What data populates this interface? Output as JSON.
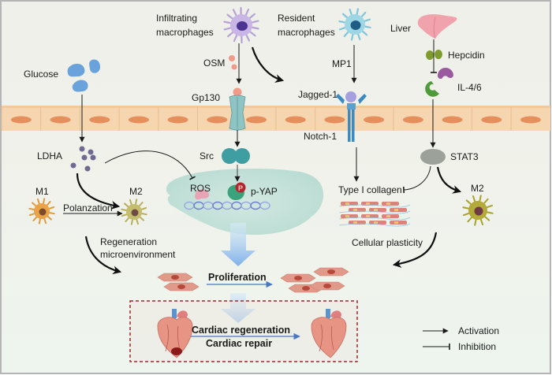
{
  "title": "Macrophage-mediated signaling in cardiac regeneration",
  "colors": {
    "background_top": "#f0f0ea",
    "background_bottom": "#eef5ee",
    "membrane": "#f6d6b0",
    "membrane_nucleus": "#e58f5c",
    "nucleus_region": "#bfe0d8",
    "box_border": "#a0262b",
    "progression_arrow": "#8fb8ec",
    "activation_arrow": "#1a1a1a"
  },
  "labels": {
    "infiltrating_macrophages": [
      "Infiltrating",
      "macrophages"
    ],
    "resident_macrophages": [
      "Resident",
      "macrophages"
    ],
    "liver": "Liver",
    "glucose": "Glucose",
    "osm": "OSM",
    "mp1": "MP1",
    "hepcidin": "Hepcidin",
    "il46": "IL-4/6",
    "gp130": "Gp130",
    "jagged1": "Jagged-1",
    "notch1": "Notch-1",
    "ldha": "LDHA",
    "src": "Src",
    "stat3": "STAT3",
    "m1": "M1",
    "m2_left": "M2",
    "m2_right": "M2",
    "polarization": "Polanzation",
    "ros": "ROS",
    "p_badge": "P",
    "p_yap": "p-YAP",
    "type1_collagen": "Type I collagen",
    "regeneration_micro": [
      "Regeneration",
      "microenvironment"
    ],
    "cellular_plasticity": "Cellular plasticity",
    "proliferation": "Proliferation",
    "cardiac_regeneration": "Cardiac regeneration",
    "cardiac_repair": "Cardiac repair"
  },
  "legend": {
    "items": [
      {
        "type": "activation",
        "label": "Activation"
      },
      {
        "type": "inhibition",
        "label": "Inhibition"
      }
    ]
  },
  "icons": {
    "infiltrating_macrophage": "macrophage-cell-icon",
    "resident_macrophage": "macrophage-cell-icon",
    "liver": "liver-organ-icon",
    "glucose": "glucose-molecule-icon",
    "heart": "heart-organ-icon",
    "cardiomyocyte": "cardiomyocyte-cell-icon"
  }
}
